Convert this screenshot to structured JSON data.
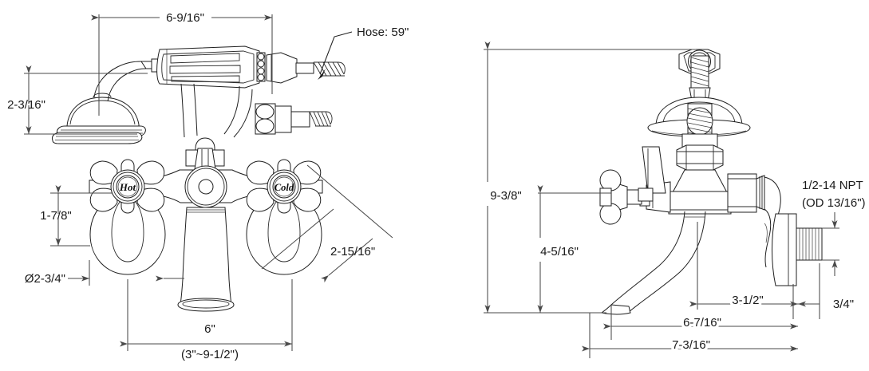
{
  "drawing": {
    "title": "Clawfoot Tub Faucet Dimensional Drawing",
    "background_color": "#ffffff",
    "line_color": "#1f1f1f",
    "dimension_color": "#4a4a4a"
  },
  "views": {
    "front": {
      "name": "front-view",
      "dimensions": {
        "handshower_reach": "6-9/16\"",
        "handshower_head_height": "2-3/16\"",
        "handle_offset": "1-7/8\"",
        "escutcheon_diameter": "Ø2-3/4\"",
        "handle_span_diagonal": "2-15/16\"",
        "center_spread": "6\"",
        "center_spread_range": "(3\"~9-1/2\")"
      },
      "labels": {
        "hose": "Hose: 59\"",
        "hot_handle": "Hot",
        "cold_handle": "Cold"
      }
    },
    "side": {
      "name": "side-view",
      "dimensions": {
        "overall_height": "9-3/8\"",
        "spout_height": "4-5/16\"",
        "inlet_to_wall": "3-1/2\"",
        "spout_to_inlet": "6-7/16\"",
        "spout_to_wall": "7-3/16\"",
        "nipple_length": "3/4\""
      },
      "labels": {
        "thread_spec_line1": "1/2-14 NPT",
        "thread_spec_line2": "(OD 13/16\")"
      }
    }
  }
}
